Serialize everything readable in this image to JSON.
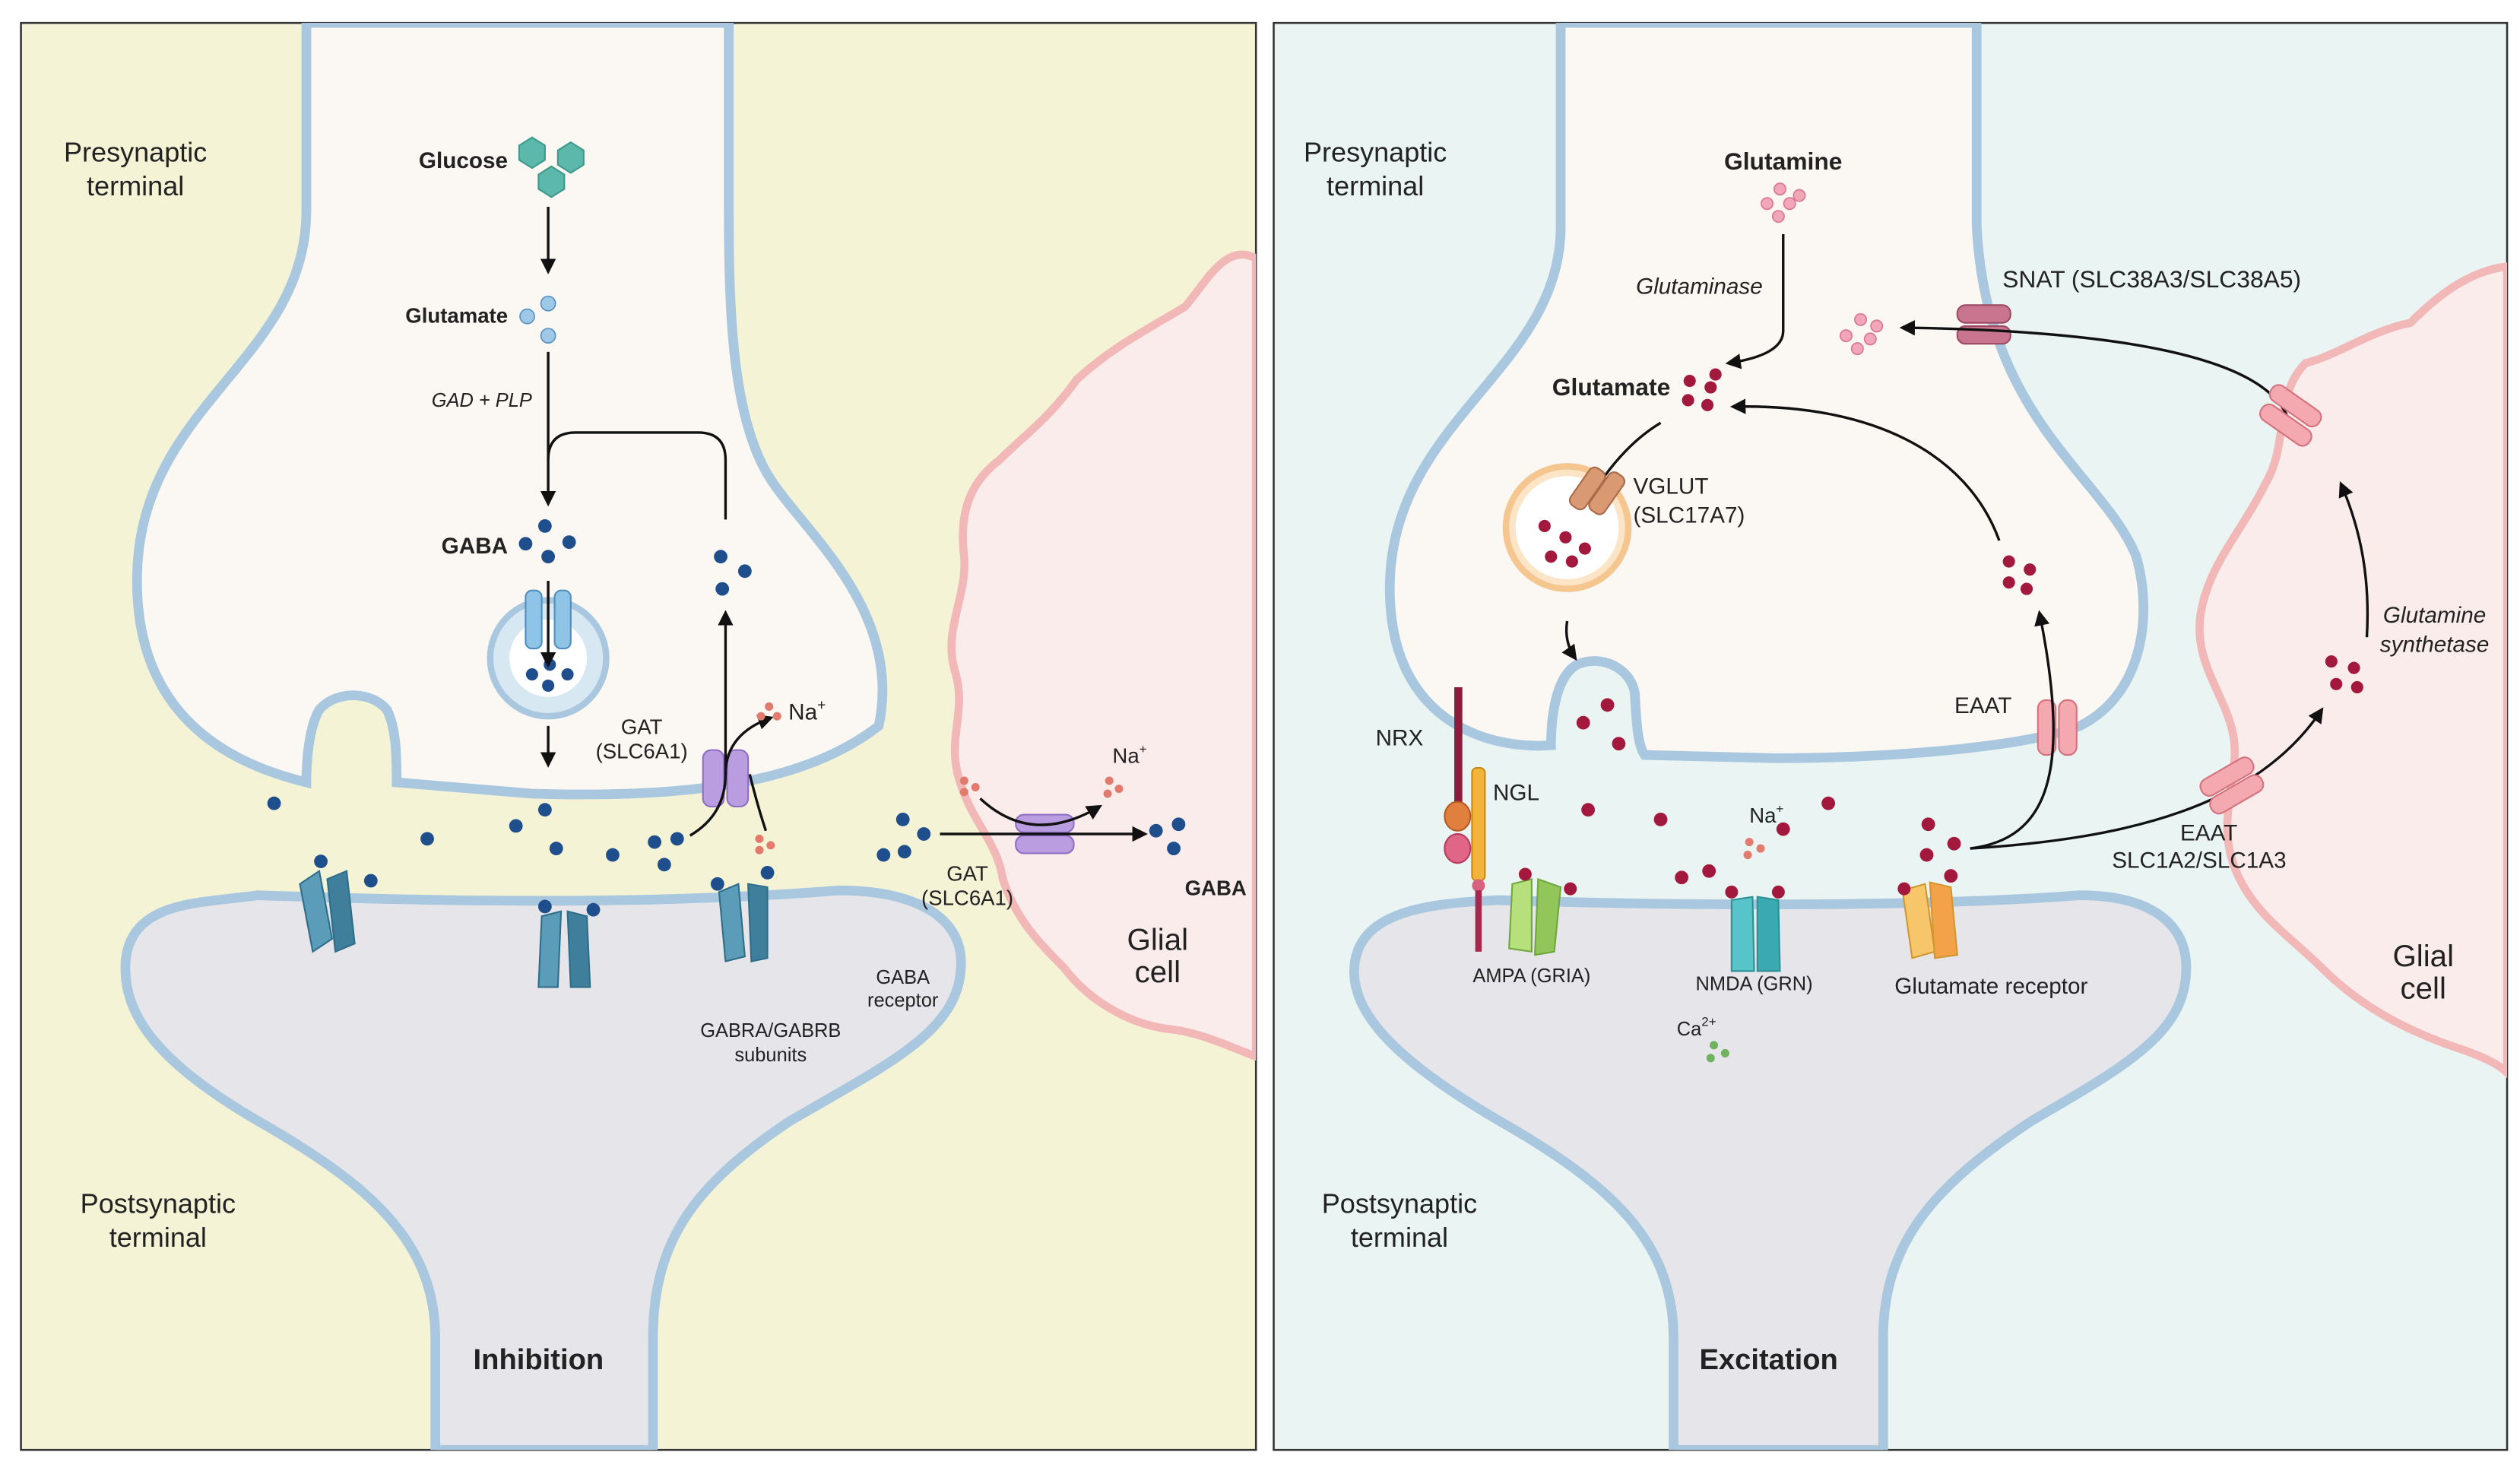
{
  "colors": {
    "left_bg": "#f4f3d6",
    "right_bg": "#e9f4f3",
    "neuron_fill": "#fbf7f2",
    "membrane": "#a9c8e0",
    "post_fill": "#e6e5e9",
    "glia_fill": "#fbecec",
    "glia_edge": "#f2b7b7",
    "gaba_dot": "#1f4e8c",
    "glut_dot": "#a3183d",
    "glutamine_dot": "#f2a7b8",
    "glucose": "#5bb8aa"
  },
  "left": {
    "presynaptic": [
      "Presynaptic",
      "terminal"
    ],
    "postsynaptic": [
      "Postsynaptic",
      "terminal"
    ],
    "glucose": "Glucose",
    "glutamate": "Glutamate",
    "gad": "GAD + PLP",
    "gaba": "GABA",
    "gat_top": [
      "GAT",
      "(SLC6A1)"
    ],
    "na": "Na",
    "na_sup": "+",
    "gat_glia": [
      "GAT",
      "(SLC6A1)"
    ],
    "gaba_glia": "GABA",
    "glial": [
      "Glial",
      "cell"
    ],
    "gaba_receptor": [
      "GABA",
      "receptor"
    ],
    "subunits": [
      "GABRA/GABRB",
      "subunits"
    ],
    "title": "Inhibition"
  },
  "right": {
    "presynaptic": [
      "Presynaptic",
      "terminal"
    ],
    "postsynaptic": [
      "Postsynaptic",
      "terminal"
    ],
    "glutamine": "Glutamine",
    "glutaminase": "Glutaminase",
    "glutamate": "Glutamate",
    "snat": "SNAT (SLC38A3/SLC38A5)",
    "vglut": [
      "VGLUT",
      "(SLC17A7)"
    ],
    "eaat_neuron": "EAAT",
    "eaat_glia": [
      "EAAT",
      "SLC1A2/SLC1A3"
    ],
    "glutamine_synthetase": [
      "Glutamine",
      "synthetase"
    ],
    "nrx": "NRX",
    "ngl": "NGL",
    "na": "Na",
    "na_sup": "+",
    "ca": "Ca",
    "ca_sup": "2+",
    "ampa": "AMPA (GRIA)",
    "nmda": "NMDA (GRN)",
    "glutamate_receptor": "Glutamate receptor",
    "glial": [
      "Glial",
      "cell"
    ],
    "title": "Excitation"
  }
}
